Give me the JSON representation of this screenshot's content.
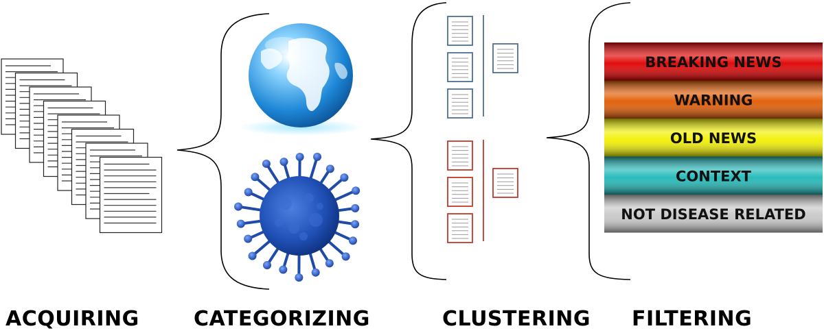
{
  "stages": {
    "acquiring": "ACQUIRING",
    "categorizing": "CATEGORIZING",
    "clustering": "CLUSTERING",
    "filtering": "FILTERING"
  },
  "categories": [
    {
      "name": "globe-icon"
    },
    {
      "name": "virus-icon"
    }
  ],
  "clusters": [
    {
      "color": "#4a6f96",
      "members": 3
    },
    {
      "color": "#c0392b",
      "members": 3
    }
  ],
  "filters": [
    {
      "label": "BREAKING NEWS",
      "color": "#e00000"
    },
    {
      "label": "WARNING",
      "color": "#e25a00"
    },
    {
      "label": "OLD NEWS",
      "color": "#f2f000"
    },
    {
      "label": "CONTEXT",
      "color": "#1fb8b8"
    },
    {
      "label": "NOT DISEASE RELATED",
      "color": "#c8c8c8"
    }
  ]
}
